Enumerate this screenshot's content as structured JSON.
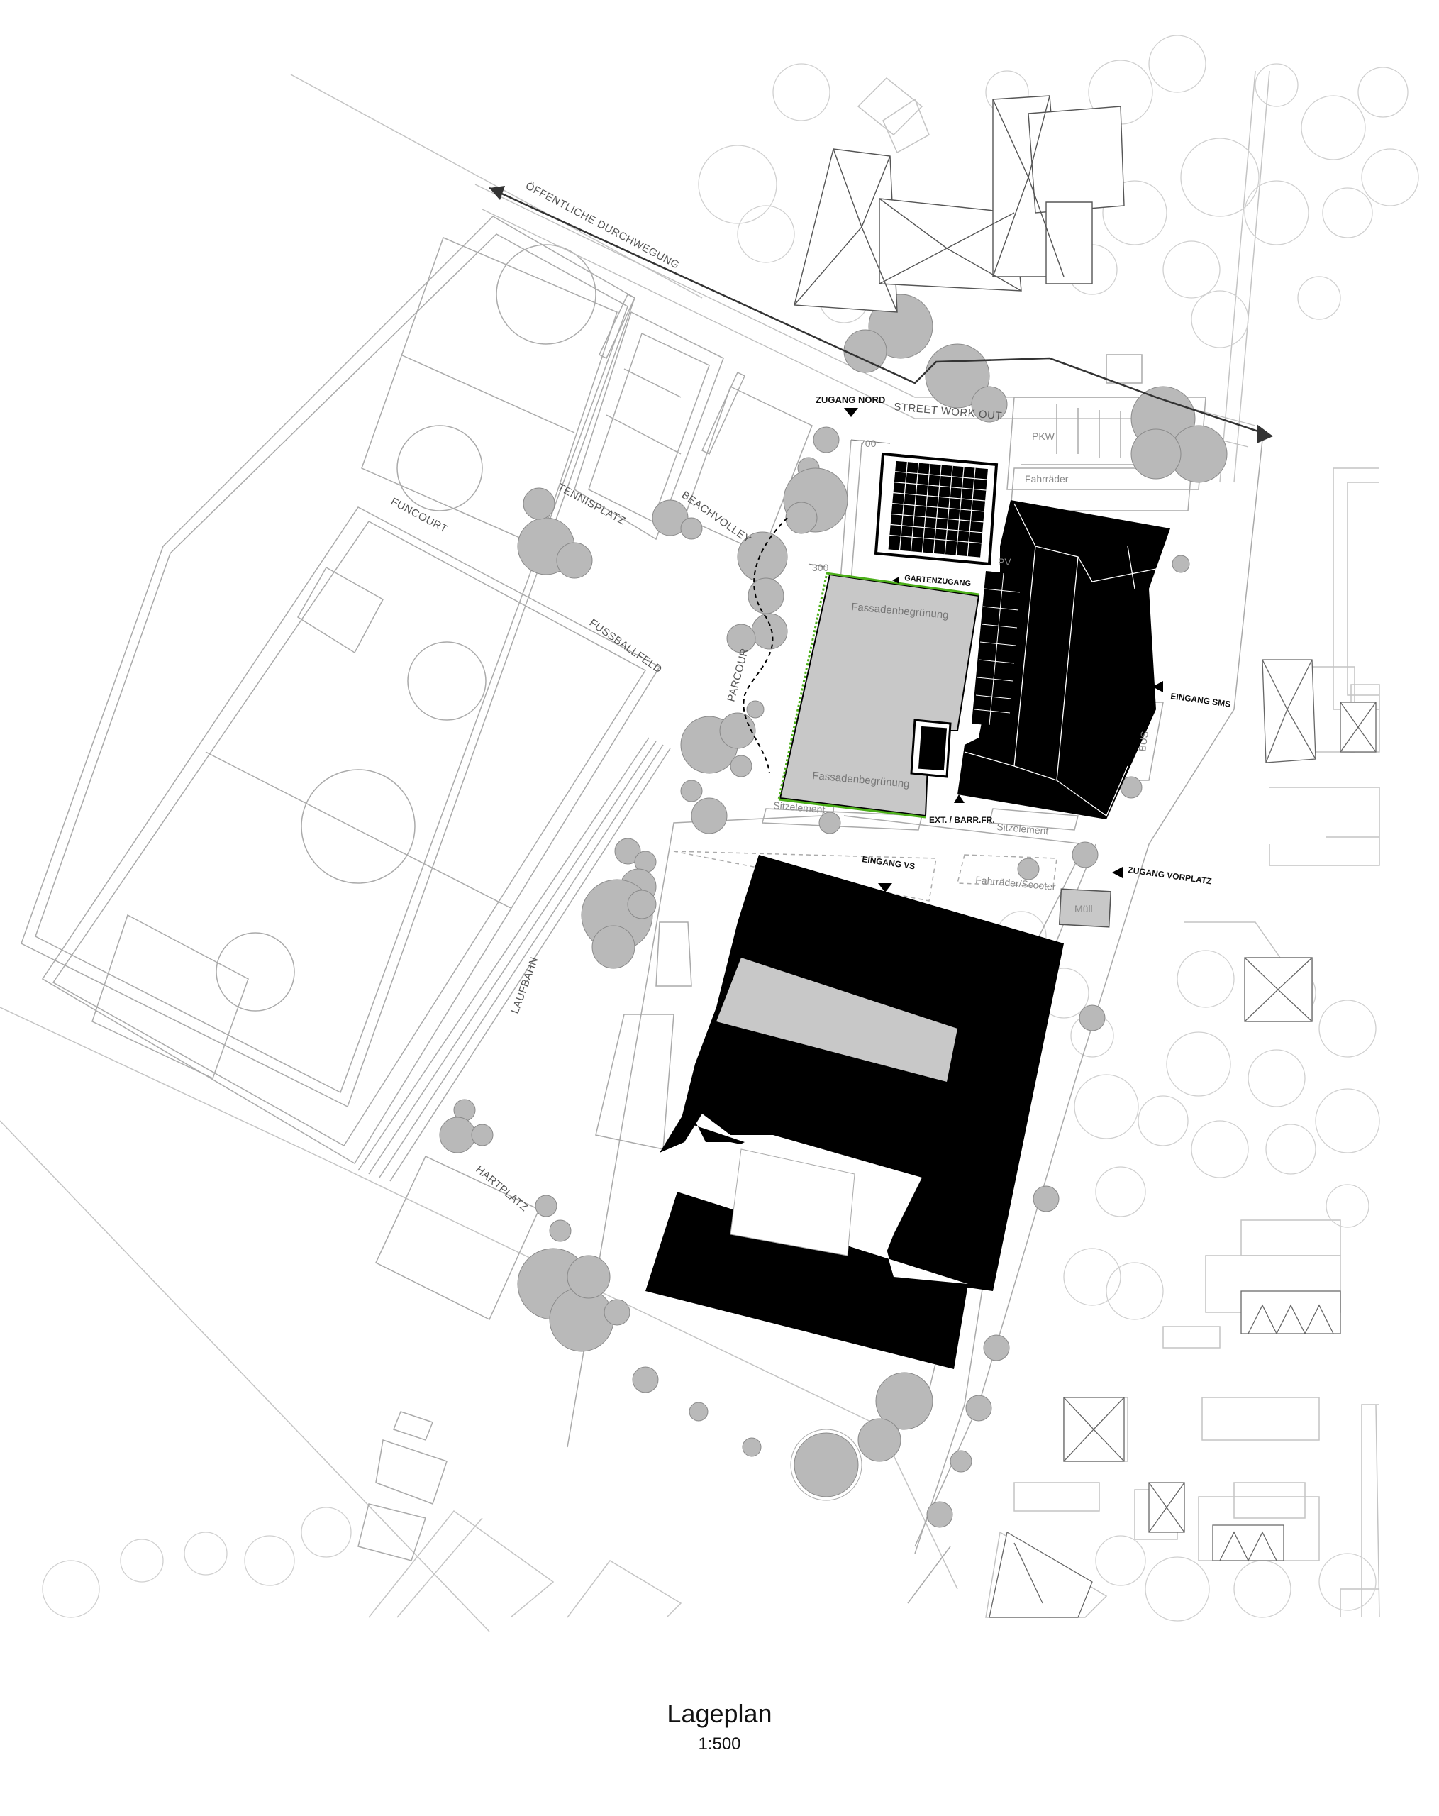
{
  "plan": {
    "title": "Lageplan",
    "scale": "1:500"
  },
  "labels": {
    "path": "ÖFFENTLICHE DURCHWEGUNG",
    "funcourt": "FUNCOURT",
    "tennis": "TENNISPLATZ",
    "beachvolley": "BEACHVOLLEY",
    "fussball": "FUSSBALLFELD",
    "laufbahn": "LAUFBAHN",
    "hartplatz": "HARTPLATZ",
    "parcour": "PARCOUR",
    "zugang_nord": "ZUGANG NORD",
    "street_work_out": "STREET WORK OUT",
    "dim_700": "700",
    "dim_300": "300",
    "gartenzugang": "GARTENZUGANG",
    "fassade_top": "Fassadenbegrünung",
    "fassade_bottom": "Fassadenbegrünung",
    "pv": "PV",
    "pkw": "PKW",
    "fahrraeder": "Fahrräder",
    "eingang_sms": "EINGANG SMS",
    "bus": "BUS",
    "sitzelement_left": "Sitzelement",
    "sitzelement_right": "Sitzelement",
    "ext_barr": "EXT. / BARR.FR.",
    "eingang_vs": "EINGANG VS",
    "zugang_vorplatz": "ZUGANG VORPLATZ",
    "fahrraeder_scooter": "Fahrräder/Scooter",
    "muell": "Müll"
  },
  "colors": {
    "building": "#000000",
    "tree": "#b9b9b9",
    "light_fill": "#c8c8c8",
    "green_facade": "#4caf1a",
    "line": "#9a9a9a"
  }
}
